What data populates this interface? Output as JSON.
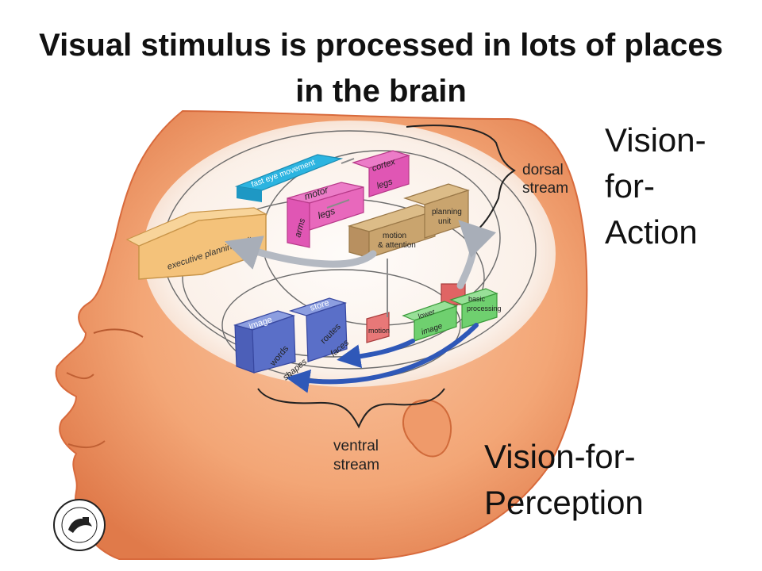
{
  "slide": {
    "title": "Visual stimulus is processed in lots of places in the brain",
    "label_action_lines": [
      "Vision-",
      "for-",
      "Action"
    ],
    "label_perception_lines": [
      "Vision-for-",
      "Perception"
    ]
  },
  "diagram": {
    "streams": {
      "dorsal_lines": [
        "dorsal",
        "stream"
      ],
      "ventral_lines": [
        "ventral",
        "stream"
      ]
    },
    "regions": {
      "executive_planning": "executive planning unit",
      "fast_eye_movement": "fast eye movement",
      "motor": "motor",
      "legs_motor": "legs",
      "cortex": "cortex",
      "legs_cortex": "legs",
      "arms": "arms",
      "motion_attention_lines": [
        "motion",
        "& attention"
      ],
      "planning_lines": [
        "planning",
        "unit"
      ],
      "image_left": "image",
      "words": "words",
      "shapes": "shapes",
      "store": "store",
      "routes": "routes",
      "faces": "faces",
      "motion_small": "motion",
      "lower": "lower",
      "image_green": "image",
      "basic_processing_lines": [
        "basic",
        "processing"
      ]
    }
  },
  "colors": {
    "skin": "#f0a878",
    "skin_edge": "#e07848",
    "exec": "#f4c27a",
    "cyan": "#2cb4e0",
    "magenta": "#e056b4",
    "tan": "#c9a46e",
    "blue": "#5a6fc8",
    "green": "#6fd06f",
    "red": "#e06464"
  }
}
